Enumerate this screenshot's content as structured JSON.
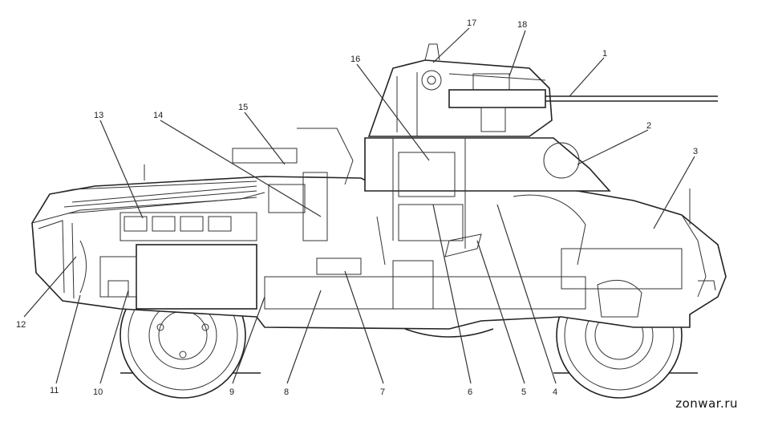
{
  "watermark": "zonwar.ru",
  "callouts": [
    {
      "id": "1",
      "label": "1"
    },
    {
      "id": "2",
      "label": "2"
    },
    {
      "id": "3",
      "label": "3"
    },
    {
      "id": "4",
      "label": "4"
    },
    {
      "id": "5",
      "label": "5"
    },
    {
      "id": "6",
      "label": "6"
    },
    {
      "id": "7",
      "label": "7"
    },
    {
      "id": "8",
      "label": "8"
    },
    {
      "id": "9",
      "label": "9"
    },
    {
      "id": "10",
      "label": "10"
    },
    {
      "id": "11",
      "label": "11"
    },
    {
      "id": "12",
      "label": "12"
    },
    {
      "id": "13",
      "label": "13"
    },
    {
      "id": "14",
      "label": "14"
    },
    {
      "id": "15",
      "label": "15"
    },
    {
      "id": "16",
      "label": "16"
    },
    {
      "id": "17",
      "label": "17"
    },
    {
      "id": "18",
      "label": "18"
    }
  ]
}
